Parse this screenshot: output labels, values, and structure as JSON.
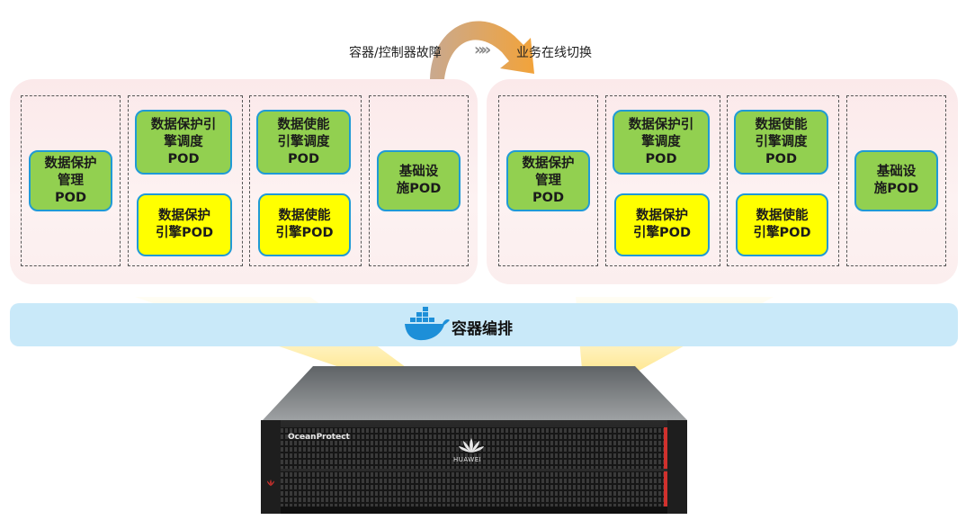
{
  "failover": {
    "left_caption": "容器/控制器故障",
    "right_caption": "业务在线切换",
    "arrow_color": "#f2a33a"
  },
  "panels": [
    {
      "columns": [
        {
          "pods": [
            {
              "label": "数据保护\n管理\nPOD",
              "color": "green"
            }
          ]
        },
        {
          "pods": [
            {
              "label": "数据保护引\n擎调度\nPOD",
              "color": "green"
            },
            {
              "label": "数据保护\n引擎POD",
              "color": "yellow"
            }
          ]
        },
        {
          "pods": [
            {
              "label": "数据使能\n引擎调度\nPOD",
              "color": "green"
            },
            {
              "label": "数据使能\n引擎POD",
              "color": "yellow"
            }
          ]
        },
        {
          "pods": [
            {
              "label": "基础设\n施POD",
              "color": "green"
            }
          ]
        }
      ]
    },
    {
      "columns": [
        {
          "pods": [
            {
              "label": "数据保护\n管理\nPOD",
              "color": "green"
            }
          ]
        },
        {
          "pods": [
            {
              "label": "数据保护引\n擎调度\nPOD",
              "color": "green"
            },
            {
              "label": "数据保护\n引擎POD",
              "color": "yellow"
            }
          ]
        },
        {
          "pods": [
            {
              "label": "数据使能\n引擎调度\nPOD",
              "color": "green"
            },
            {
              "label": "数据使能\n引擎POD",
              "color": "yellow"
            }
          ]
        },
        {
          "pods": [
            {
              "label": "基础设\n施POD",
              "color": "green"
            }
          ]
        }
      ]
    }
  ],
  "orchestration": {
    "label": "容器编排",
    "icon": "docker-whale-icon",
    "band_color": "#c9e9f9"
  },
  "device": {
    "model_label": "OceanProtect",
    "brand_label": "HUAWEI",
    "accent_color": "#d0312d"
  }
}
